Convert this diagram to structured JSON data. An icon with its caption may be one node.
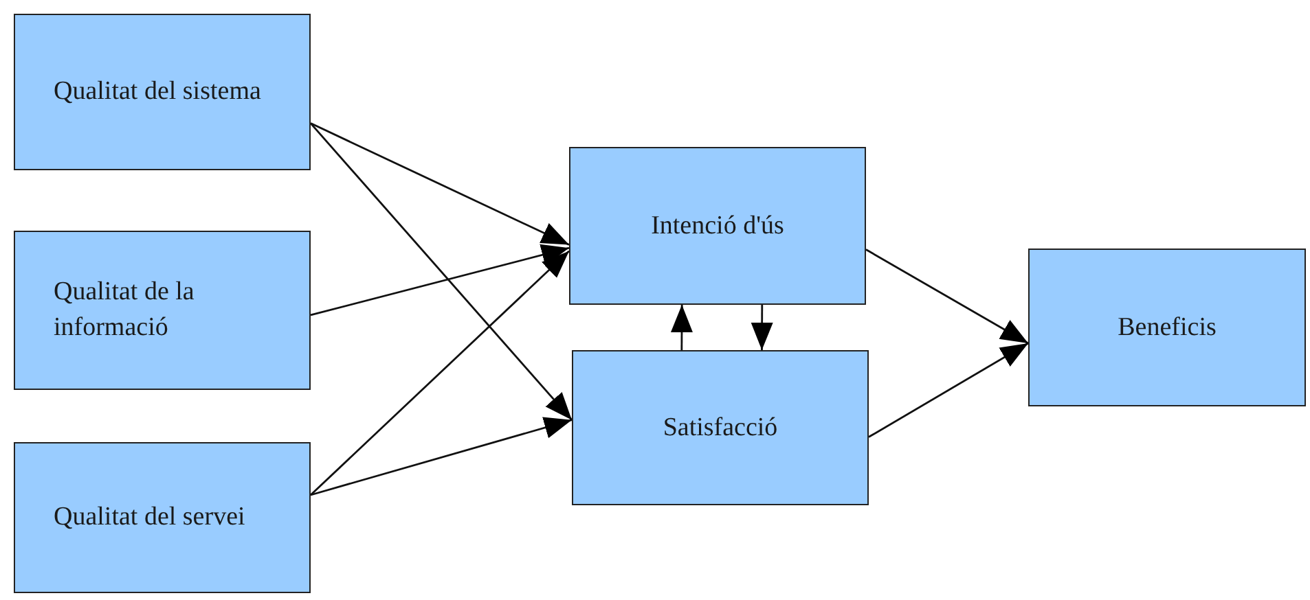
{
  "diagram": {
    "nodes": [
      {
        "text": [
          "Qualitat del sistema"
        ]
      },
      {
        "text": [
          "Qualitat de la informació"
        ]
      },
      {
        "text": [
          "Qualitat del servei"
        ]
      },
      {
        "text": [
          "Intenció d'ús"
        ]
      },
      {
        "text": [
          "Satisfacció"
        ]
      },
      {
        "text": [
          "Beneficis"
        ]
      }
    ],
    "edges": [
      {
        "from": 0,
        "to": 3,
        "arrow": "to"
      },
      {
        "from": 0,
        "to": 4,
        "arrow": "to"
      },
      {
        "from": 1,
        "to": 3,
        "arrow": "to"
      },
      {
        "from": 2,
        "to": 3,
        "arrow": "to"
      },
      {
        "from": 2,
        "to": 4,
        "arrow": "to"
      },
      {
        "from": 4,
        "to": 3,
        "arrow": "to"
      },
      {
        "from": 3,
        "to": 4,
        "arrow": "to"
      },
      {
        "from": 3,
        "to": 5,
        "arrow": "to"
      },
      {
        "from": 4,
        "to": 5,
        "arrow": "to"
      }
    ]
  }
}
